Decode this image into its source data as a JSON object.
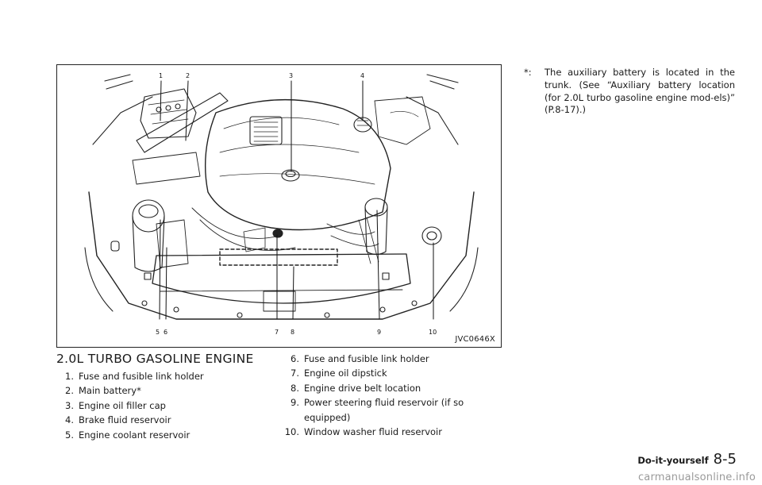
{
  "figure": {
    "code": "JVC0646X",
    "callouts": [
      "1",
      "2",
      "3",
      "4",
      "5",
      "6",
      "7",
      "8",
      "9",
      "10"
    ]
  },
  "section": {
    "title": "2.0L TURBO GASOLINE ENGINE",
    "items_left": [
      {
        "num": "1.",
        "text": "Fuse and fusible link holder"
      },
      {
        "num": "2.",
        "text": "Main battery*"
      },
      {
        "num": "3.",
        "text": "Engine oil filler cap"
      },
      {
        "num": "4.",
        "text": "Brake fluid reservoir"
      },
      {
        "num": "5.",
        "text": "Engine coolant reservoir"
      }
    ],
    "items_right": [
      {
        "num": "6.",
        "text": "Fuse and fusible link holder"
      },
      {
        "num": "7.",
        "text": "Engine oil dipstick"
      },
      {
        "num": "8.",
        "text": "Engine drive belt location"
      },
      {
        "num": "9.",
        "text": "Power steering fluid reservoir (if so",
        "text2": "equipped)"
      },
      {
        "num": "10.",
        "text": "Window washer fluid reservoir"
      }
    ]
  },
  "note": {
    "mark": "*:",
    "text": "The auxiliary battery is located in the trunk. (See “Auxiliary battery location (for 2.0L turbo gasoline engine mod-els)” (P.8-17).)"
  },
  "footer": {
    "section": "Do-it-yourself",
    "page": "8-5"
  },
  "watermark": "carmanualsonline.info"
}
